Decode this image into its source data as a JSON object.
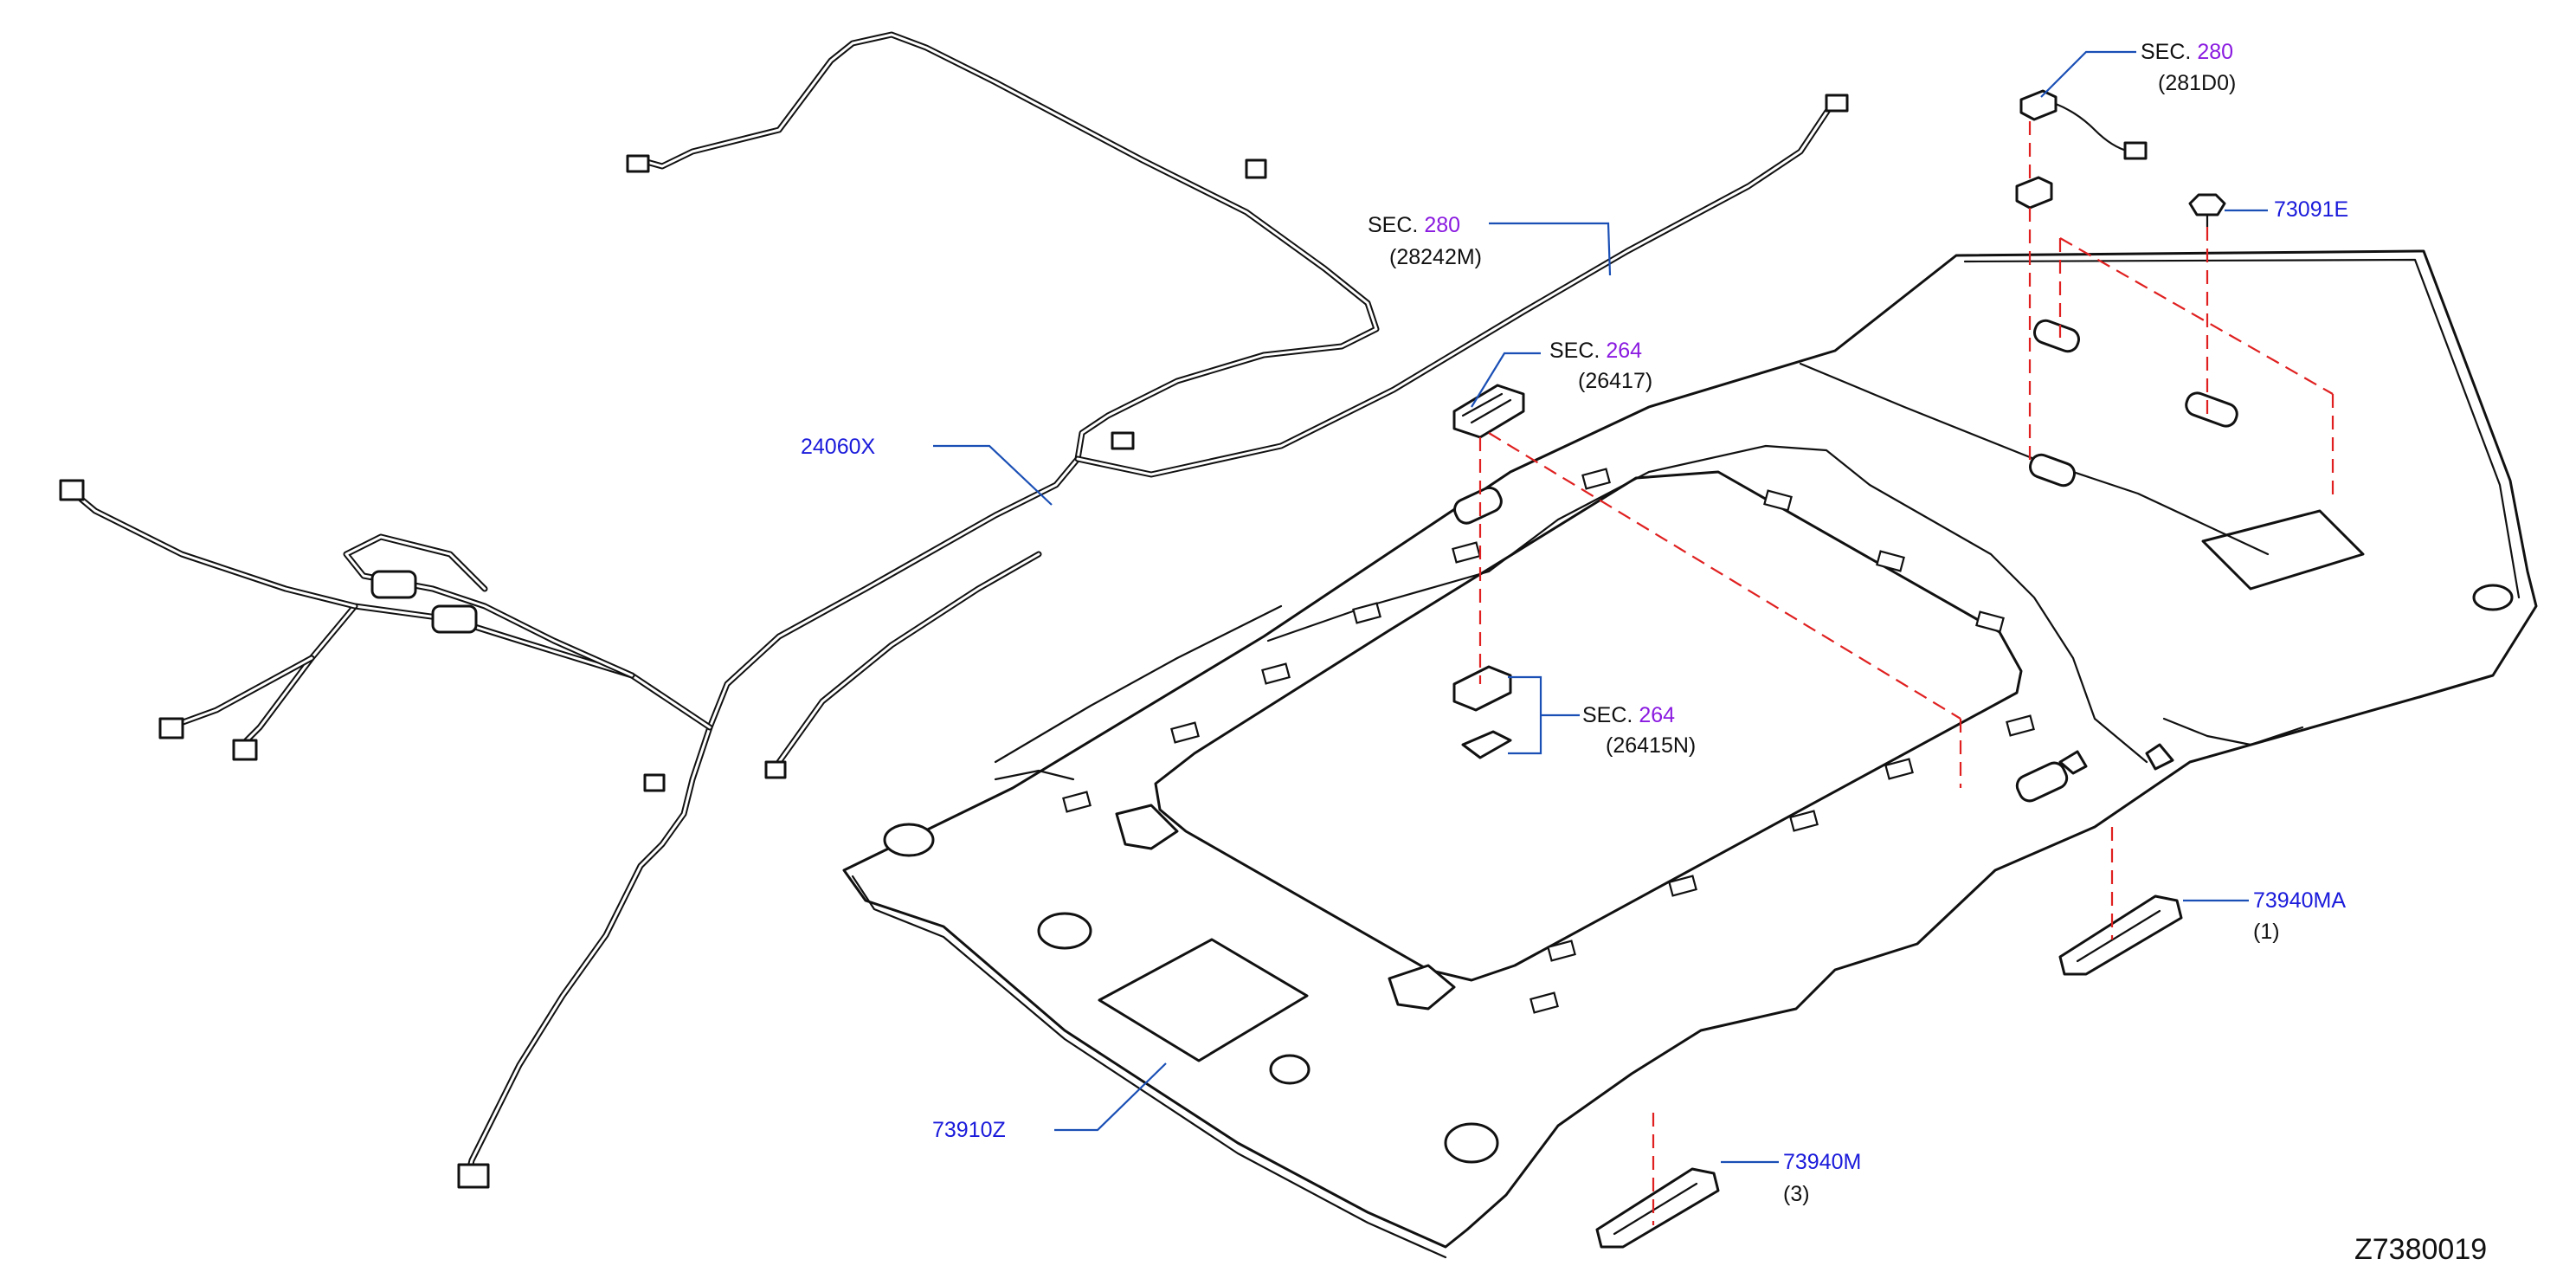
{
  "callouts": {
    "wire_harness": {
      "part": "24060X"
    },
    "headlining": {
      "part": "73910Z"
    },
    "clip": {
      "part": "73091E"
    },
    "grip_front": {
      "part": "73940MA",
      "qty": "(1)"
    },
    "grip_rear": {
      "part": "73940M",
      "qty": "(3)"
    },
    "sec_280_feeder": {
      "sec": "SEC.",
      "num": "280",
      "sub": "(28242M)"
    },
    "sec_280_lamp": {
      "sec": "SEC.",
      "num": "280",
      "sub": "(281D0)"
    },
    "sec_264_map": {
      "sec": "SEC.",
      "num": "264",
      "sub": "(26417)"
    },
    "sec_264_room": {
      "sec": "SEC.",
      "num": "264",
      "sub": "(26415N)"
    }
  },
  "diagram_code": "Z7380019",
  "colors": {
    "part_number": "#1a1adb",
    "section_number": "#8a1ae0",
    "leader": "#1a4fb5",
    "dashed_guide": "#e02020"
  }
}
